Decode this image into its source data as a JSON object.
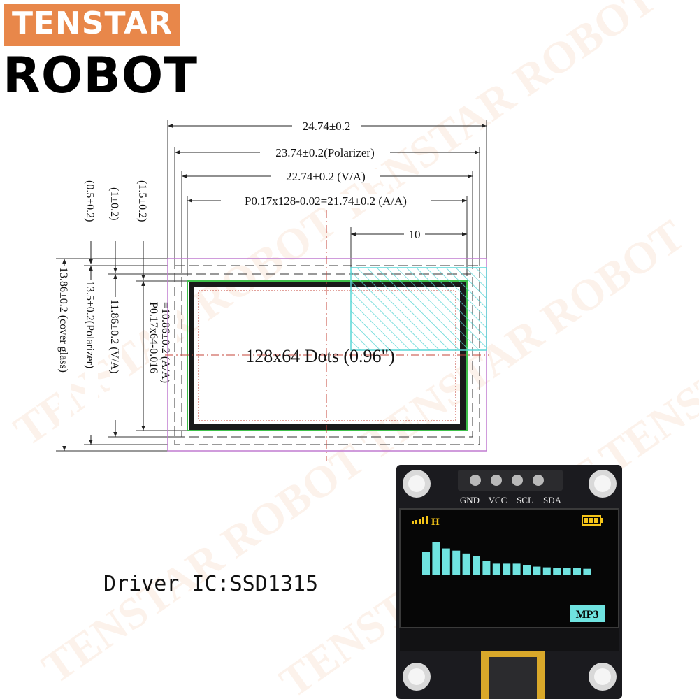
{
  "logo": {
    "line1": "TENSTAR",
    "line2": "ROBOT"
  },
  "dimensions": {
    "overall_width": "24.74±0.2",
    "polarizer_width": "23.74±0.2(Polarizer)",
    "va_width": "22.74±0.2 (V/A)",
    "aa_width": "P0.17x128-0.02=21.74±0.2 (A/A)",
    "segment_width": "10",
    "offset_1": "(0.5±0.2)",
    "offset_2": "(1±0.2)",
    "offset_3": "(1.5±0.2)",
    "cover_glass_height": "13.86±0.2 (cover glass)",
    "polarizer_height": "13.5±0.2(Polarizer)",
    "va_height": "11.86±0.2 (V/A)",
    "aa_height_1": "P0.17x64-0.016",
    "aa_height_2": "=10.86±0.2 (A/A)"
  },
  "display_label": "128x64 Dots (0.96\")",
  "driver_ic": "Driver IC:SSD1315",
  "module": {
    "pins": [
      "GND",
      "VCC",
      "SCL",
      "SDA"
    ],
    "screen_letter": "H",
    "badge": "MP3",
    "equalizer_levels": [
      0.62,
      0.9,
      0.72,
      0.66,
      0.58,
      0.5,
      0.38,
      0.3,
      0.3,
      0.3,
      0.26,
      0.22,
      0.2,
      0.18,
      0.18,
      0.18,
      0.16
    ],
    "colors": {
      "cyan": "#6fe3e0",
      "yellow": "#f5c518",
      "board": "#1b1b1f"
    }
  }
}
